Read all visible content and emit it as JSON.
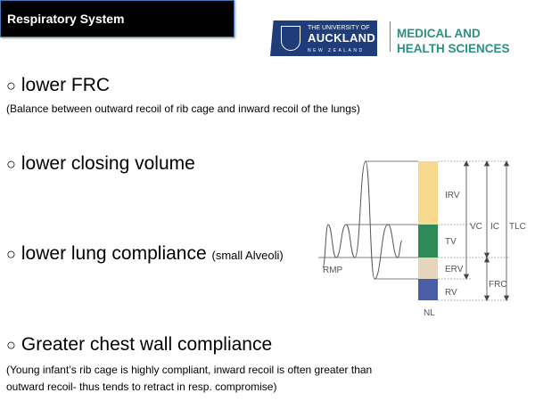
{
  "header": {
    "title": "Respiratory System"
  },
  "logo": {
    "line1": "THE UNIVERSITY OF",
    "line2": "AUCKLAND",
    "line3": "NEW ZEALAND",
    "faculty_line1": "MEDICAL AND",
    "faculty_line2": "HEALTH SCIENCES"
  },
  "bullets": [
    {
      "marker": "○",
      "text": "lower FRC",
      "note": "(Balance between outward recoil of rib cage and inward recoil of the lungs)"
    },
    {
      "marker": "○",
      "text": "lower closing volume"
    },
    {
      "marker": "○",
      "text": "lower lung compliance",
      "aside": "(small Alveoli)"
    },
    {
      "marker": "○",
      "text": "Greater chest wall compliance",
      "note1": "(Young infant’s rib cage is highly compliant, inward recoil is often greater than",
      "note2": "outward recoil- thus tends to retract in resp. compromise)"
    }
  ],
  "diagram": {
    "segments": [
      {
        "label": "IRV",
        "color": "#f8d98e"
      },
      {
        "label": "TV",
        "color": "#2e8b57"
      },
      {
        "label": "ERV",
        "color": "#e5d5bd"
      },
      {
        "label": "RV",
        "color": "#4a5ea8"
      }
    ],
    "capacities": [
      "VC",
      "IC",
      "TLC",
      "FRC"
    ],
    "rmp_label": "RMP",
    "bar_label": "NL"
  }
}
